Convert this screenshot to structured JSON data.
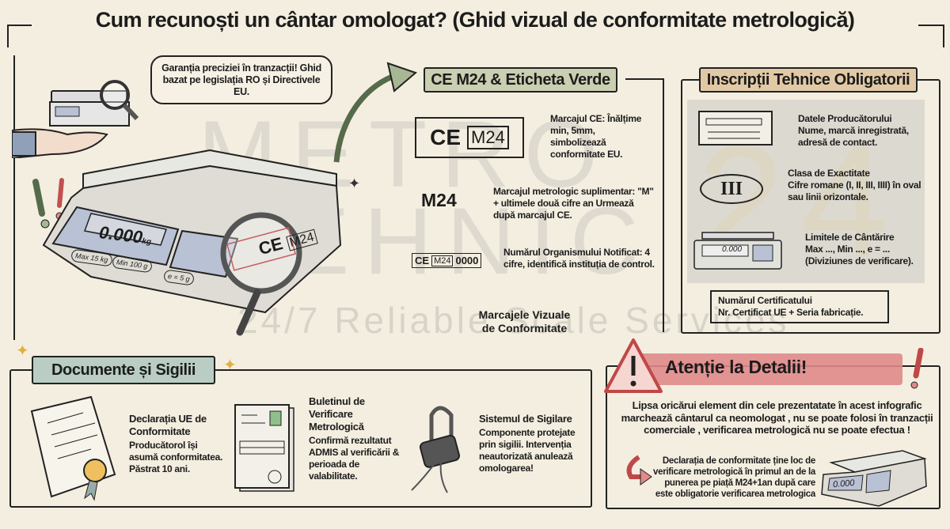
{
  "title": "Cum recunoști un cântar omologat? (Ghid vizual de conformitate metrologică)",
  "watermark": {
    "line1": "METRO",
    "line2": "TEHNIC",
    "digits": "24",
    "tagline": "24/7 Reliable Scale Services"
  },
  "intro": {
    "bubble": "Garanția preciziei în tranzacții! Ghid bazat pe legislația RO și Directivele EU.",
    "scale_display": "0.000",
    "scale_unit": "kg",
    "scale_max": "Max 15 kg",
    "scale_min": "Min 100 g",
    "scale_e": "e = 5 g",
    "lens_ce": "CE",
    "lens_m24": "M24"
  },
  "ce_panel": {
    "banner": "CE M24 & Eticheta Verde",
    "items": [
      {
        "mark_ce": "CE",
        "mark_m": "M24",
        "text": "Marcajul CE: Înălțime min, 5mm, simbolizează conformitate EU."
      },
      {
        "mark": "M24",
        "text": "Marcajul metrologic suplimentar: \"M\" + ultimele două cifre an Urmează după marcajul CE."
      },
      {
        "mark_ce": "CE",
        "mark_m": "M24",
        "mark_num": "0000",
        "text": "Numărul Organismului Notificat: 4 cifre, identifică instituția de control."
      }
    ],
    "caption": "Marcajele Vizuale de Conformitate"
  },
  "tech_panel": {
    "banner": "Inscripții Tehnice Obligatorii",
    "items": [
      {
        "title": "Datele Producătorului",
        "text": "Nume, marcă inregistrată, adresă de contact."
      },
      {
        "title": "Clasa de Exactitate",
        "text": "Cifre romane (I, II, III, IIII) în oval sau linii orizontale.",
        "symbol": "III"
      },
      {
        "title": "Limitele de Cântărire",
        "text": "Max ..., Min ..., e = ... (Diviziunes de verificare).",
        "display": "0.000"
      }
    ],
    "certificate": {
      "title": "Numărul Certificatului",
      "text": "Nr. Certificat UE + Seria fabricație."
    }
  },
  "docs_panel": {
    "banner": "Documente și Sigilii",
    "items": [
      {
        "title": "Declarația UE de Conformitate",
        "text": "Producătorol își asumă conformitatea. Păstrat 10 ani."
      },
      {
        "title": "Buletinul de Verificare Metrologică",
        "text": "Confirmă rezultatut ADMIS al verificării & perioada de valabilitate."
      },
      {
        "title": "Sistemul de Sigilare",
        "text": "Componente protejate prin sigilii. Intervenția neautorizată anulează omologarea!"
      }
    ]
  },
  "warning_panel": {
    "banner": "Atenție la Detalii!",
    "text": "Lipsa oricărui element din cele prezentatate în acest infografic marchează cântarul ca neomologat , nu se poate folosi în tranzacții comerciale , verificarea metrologică nu se poate efectua !",
    "note": "Declarația de conformitate ține loc de verificare metrologică în primul an de la punerea pe piață M24+1an după care este obligatorie verificarea metrologica",
    "scale_display": "0.000"
  },
  "colors": {
    "background": "#f4eee0",
    "green_banner": "#c9cfb0",
    "tan_banner": "#e2c9a6",
    "teal_banner": "#b9cdc4",
    "red_banner": "#e08a8a",
    "warning_red": "#d55656",
    "gray_box": "#d8d8d0"
  }
}
